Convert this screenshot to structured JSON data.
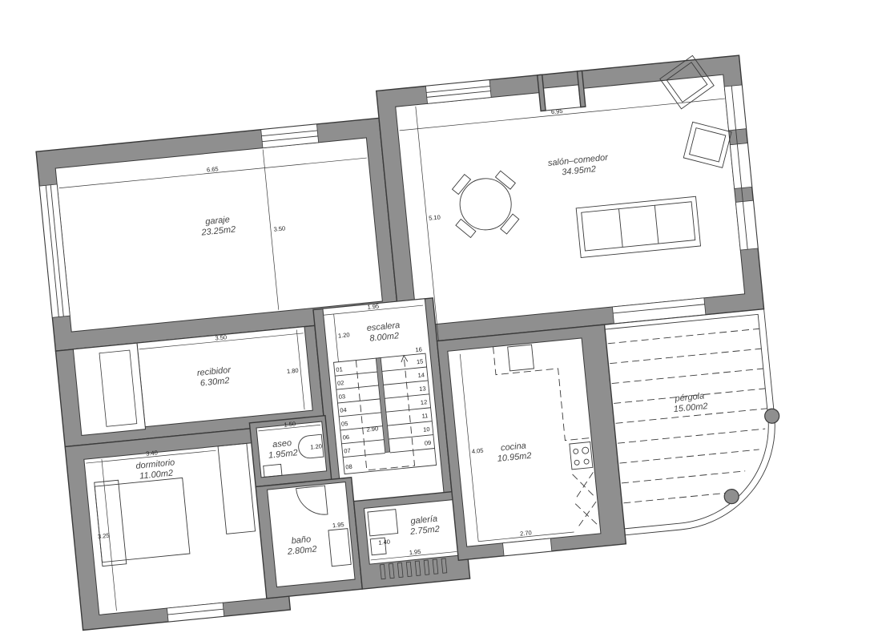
{
  "plan": {
    "rooms": [
      {
        "id": "garaje",
        "name": "garaje",
        "area": "23.25m2"
      },
      {
        "id": "salon",
        "name": "salón–comedor",
        "area": "34.95m2"
      },
      {
        "id": "escalera",
        "name": "escalera",
        "area": "8.00m2"
      },
      {
        "id": "recibidor",
        "name": "recibidor",
        "area": "6.30m2"
      },
      {
        "id": "dormitorio",
        "name": "dormitorio",
        "area": "11.00m2"
      },
      {
        "id": "aseo",
        "name": "aseo",
        "area": "1.95m2"
      },
      {
        "id": "bano",
        "name": "baño",
        "area": "2.80m2"
      },
      {
        "id": "galeria",
        "name": "galería",
        "area": "2.75m2"
      },
      {
        "id": "cocina",
        "name": "cocina",
        "area": "10.95m2"
      },
      {
        "id": "pergola",
        "name": "pérgola",
        "area": "15.00m2"
      }
    ],
    "dimensions": {
      "garaje_width": "6.65",
      "garaje_depth": "3.50",
      "salon_width": "6.95",
      "salon_depth": "5.10",
      "escalera_width": "1.95",
      "escalera_depth": "1.20",
      "stair_run": "2.90",
      "recibidor_width": "3.50",
      "recibidor_depth": "1.80",
      "dormitorio_width": "3.40",
      "dormitorio_depth": "3.25",
      "aseo_width": "1.50",
      "aseo_depth": "1.20",
      "bano_width": "1.95",
      "galeria_width": "1.95",
      "galeria_depth": "1.40",
      "cocina_depth": "4.05",
      "cocina_width": "2.70"
    },
    "stair_steps": [
      "01",
      "02",
      "03",
      "04",
      "05",
      "06",
      "07",
      "08",
      "09",
      "10",
      "11",
      "12",
      "13",
      "14",
      "15",
      "16"
    ]
  }
}
